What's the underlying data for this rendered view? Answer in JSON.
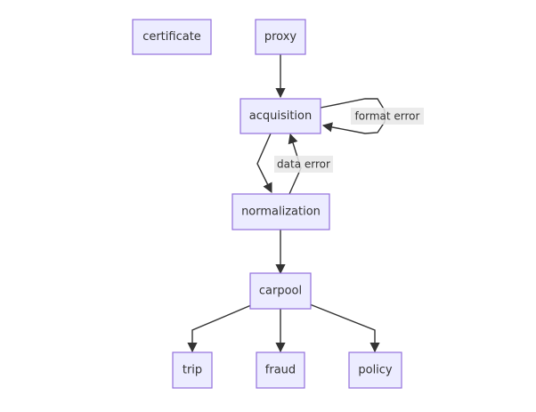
{
  "nodes": {
    "certificate": "certificate",
    "proxy": "proxy",
    "acquisition": "acquisition",
    "normalization": "normalization",
    "carpool": "carpool",
    "trip": "trip",
    "fraud": "fraud",
    "policy": "policy"
  },
  "edge_labels": {
    "format_error": "format error",
    "data_error": "data error"
  },
  "colors": {
    "node_fill": "#ECECFF",
    "node_stroke": "#9370DB",
    "edge": "#333333",
    "label_bg": "#E8E8E8",
    "text": "#333333"
  }
}
